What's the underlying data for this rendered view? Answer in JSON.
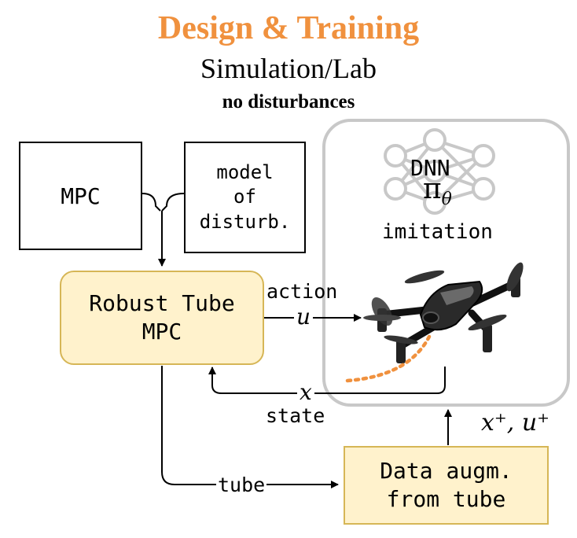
{
  "header": {
    "title": "Design & Training",
    "subtitle": "Simulation/Lab",
    "note": "no disturbances"
  },
  "nodes": {
    "mpc": "MPC",
    "disturbance_model": "model\nof\ndisturb.",
    "robust_tube_mpc": "Robust Tube\nMPC",
    "data_augmentation": "Data augm.\nfrom tube",
    "dnn": "DNN",
    "policy_symbol": "π",
    "policy_subscript": "θ",
    "imitation": "imitation"
  },
  "edges": {
    "action_label": "action",
    "action_symbol": "u",
    "state_symbol": "x",
    "state_label": "state",
    "tube_label": "tube",
    "augmented_label": "x⁺, u⁺"
  },
  "colors": {
    "title": "#f0913e",
    "tube_box_fill": "#fff2cc",
    "tube_box_border": "#d6b656",
    "trajectory": "#f0913e",
    "panel_border": "#c8c8c8"
  },
  "icons": [
    "neural-network-icon",
    "drone-icon"
  ]
}
